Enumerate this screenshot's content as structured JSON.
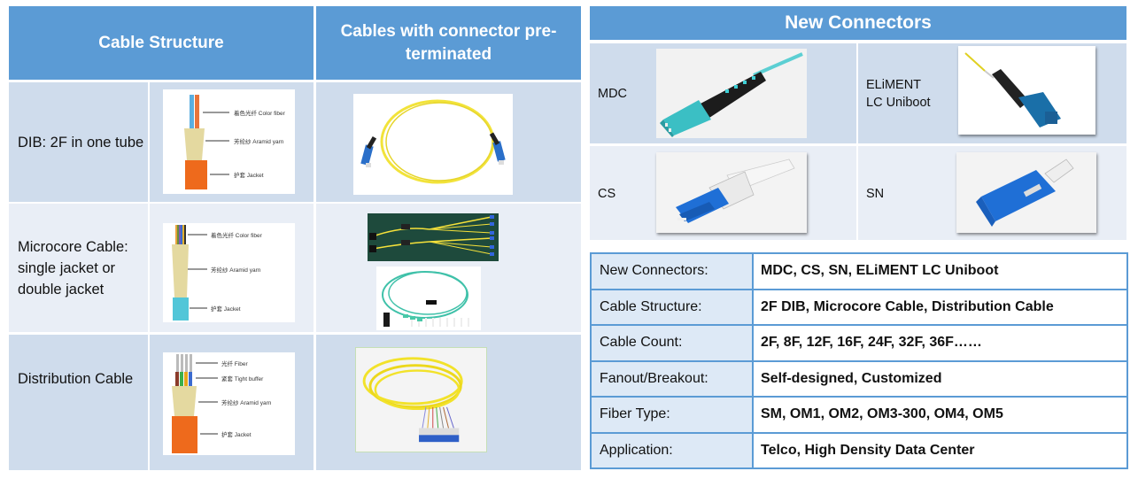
{
  "left_table": {
    "headers": {
      "cable_structure": "Cable Structure",
      "preterminated": "Cables with connector pre-terminated"
    },
    "rows": [
      {
        "label": "DIB: 2F in one tube",
        "diagram_labels": [
          "着色光纤 Color fiber",
          "芳纶纱 Aramid yarn",
          "护套 Jacket"
        ],
        "image": "yellow-duplex-patch-cord"
      },
      {
        "label": "Microcore Cable: single jacket or double jacket",
        "diagram_labels": [
          "着色光纤 Color fiber",
          "芳纶纱 Aramid yarn",
          "护套 Jacket"
        ],
        "image": "mpo-fanout-assemblies"
      },
      {
        "label": "Distribution Cable",
        "diagram_labels": [
          "光纤 Fiber",
          "紧套 Tight buffer",
          "芳纶纱 Aramid yarn",
          "护套 Jacket"
        ],
        "image": "yellow-distribution-cable-breakout"
      }
    ]
  },
  "connectors": {
    "title": "New Connectors",
    "items": [
      {
        "name": "MDC",
        "image": "mdc-connector"
      },
      {
        "name_line1": "ELiMENT",
        "name_line2": "LC Uniboot",
        "image": "eliment-lc-uniboot-connector"
      },
      {
        "name": "CS",
        "image": "cs-connector"
      },
      {
        "name": "SN",
        "image": "sn-connector"
      }
    ]
  },
  "specs": [
    {
      "key": "New Connectors:",
      "value": "MDC, CS, SN, ELiMENT LC Uniboot"
    },
    {
      "key": "Cable Structure:",
      "value": "2F DIB, Microcore Cable, Distribution Cable"
    },
    {
      "key": "Cable Count:",
      "value": "2F, 8F, 12F, 16F, 24F, 32F, 36F……"
    },
    {
      "key": "Fanout/Breakout:",
      "value": "Self-designed, Customized"
    },
    {
      "key": "Fiber Type:",
      "value": "SM, OM1, OM2, OM3-300, OM4, OM5"
    },
    {
      "key": "Application:",
      "value": "Telco, High Density Data Center"
    }
  ],
  "colors": {
    "header_blue": "#5b9bd5",
    "row_dark": "#cfdcec",
    "row_light": "#e9eef6",
    "spec_key_bg": "#dde9f6"
  }
}
